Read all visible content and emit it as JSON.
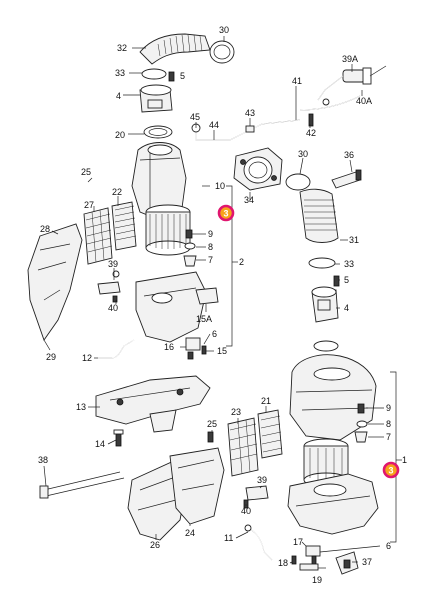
{
  "labels": {
    "l30a": "30",
    "l32": "32",
    "l39a": "39A",
    "l33a": "33",
    "l5a": "5",
    "l41": "41",
    "l4a": "4",
    "l40a": "40A",
    "l45": "45",
    "l43": "43",
    "l44": "44",
    "l20": "20",
    "l42": "42",
    "l25": "25",
    "l10": "10",
    "l30b": "30",
    "l36": "36",
    "l22": "22",
    "l34": "34",
    "l27": "27",
    "l9a": "9",
    "l28": "28",
    "l31": "31",
    "l8a": "8",
    "l7a": "7",
    "l2": "2",
    "l39b": "39",
    "l33b": "33",
    "l5b": "5",
    "l40b": "40",
    "l4b": "4",
    "l15a": "15A",
    "l6a": "6",
    "l16": "16",
    "l15": "15",
    "l29": "29",
    "l12": "12",
    "l13": "13",
    "l23": "23",
    "l21": "21",
    "l9b": "9",
    "l8b": "8",
    "l7b": "7",
    "l25b": "25",
    "l14": "14",
    "l1": "1",
    "l38": "38",
    "l39c": "39",
    "l40c": "40",
    "l26": "26",
    "l24": "24",
    "l11": "11",
    "l17": "17",
    "l6b": "6",
    "l18": "18",
    "l19": "19",
    "l37": "37"
  },
  "callouts": {
    "c1": "3",
    "c2": "3"
  },
  "colors": {
    "callout_fill": "#f7a21b",
    "callout_ring": "#e0166f",
    "line": "#222222"
  }
}
